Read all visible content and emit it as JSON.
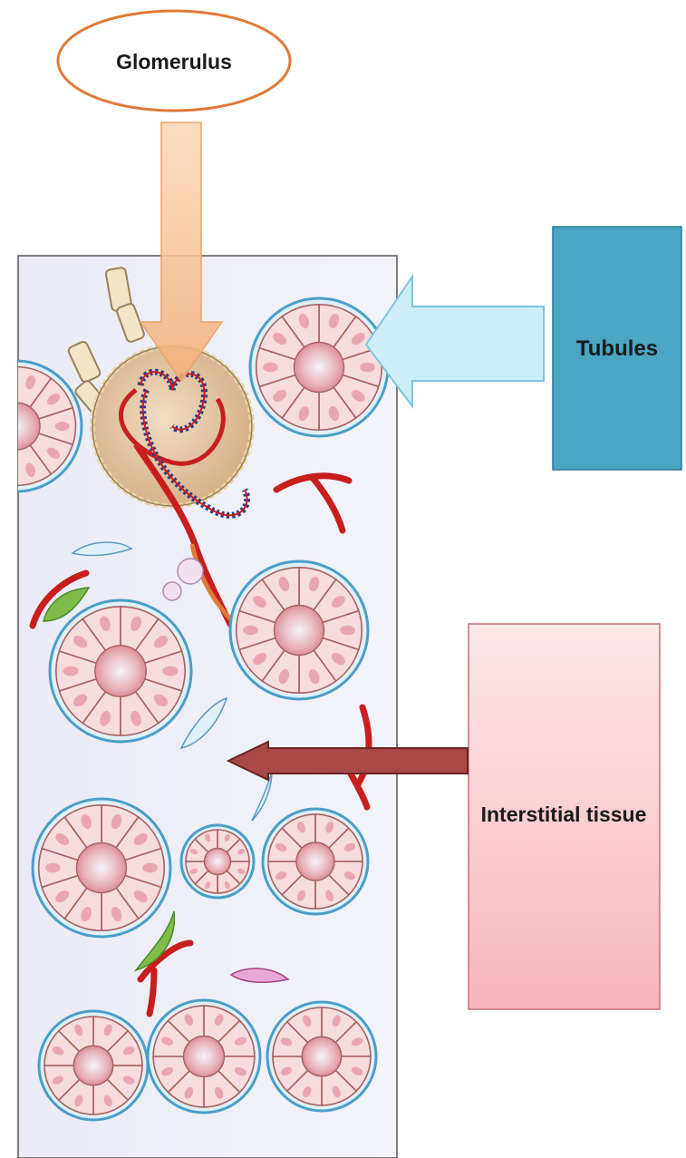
{
  "labels": {
    "glomerulus": "Glomerulus",
    "tubules": "Tubules",
    "interstitial": "Interstitial tissue"
  },
  "colors": {
    "background": "#ffffff",
    "tissue_panel": "#eeeef8",
    "glomerulus_oval_border": "#e07a3a",
    "glomerulus_arrow": "#f7c9a0",
    "tubules_box": "#4aa6c4",
    "tubules_arrow": "#cdeef8",
    "interstitial_box": "#f9c6cc",
    "interstitial_arrow": "#a84848",
    "tubule_ring": "#4a9ec8",
    "cell_fill": "#f6dcdc",
    "cell_border": "#a86060",
    "lumen": "#e8a8b0",
    "capillary": "#c81e1e"
  }
}
